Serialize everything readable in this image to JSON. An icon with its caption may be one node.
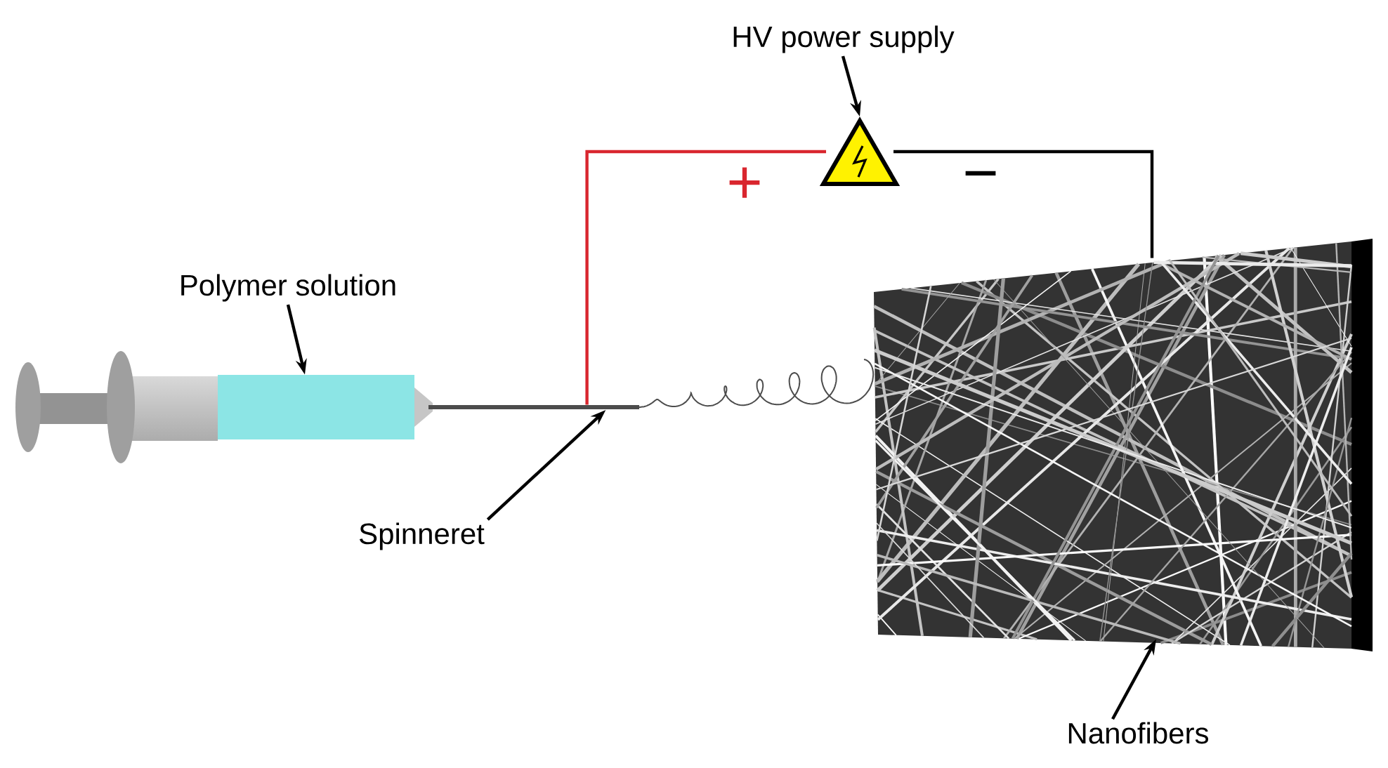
{
  "diagram": {
    "nodes": [
      {
        "text": [
          "HV power supply"
        ]
      },
      {
        "text": [],
        "shape": "triangle"
      },
      {
        "text": [
          "Polymer solution"
        ]
      },
      {
        "text": [],
        "shape": "box"
      },
      {
        "text": [
          "Spinneret"
        ]
      },
      {
        "text": [],
        "shape": "bar"
      },
      {
        "text": [],
        "shape": "picture"
      },
      {
        "text": [
          "Nanofibers"
        ]
      }
    ],
    "edges": [
      {
        "from": 0,
        "to": 1,
        "arrow": "to"
      },
      {
        "from": 2,
        "to": 3,
        "arrow": "to"
      },
      {
        "from": 4,
        "to": 5,
        "arrow": "to"
      },
      {
        "from": 7,
        "to": 6,
        "arrow": "to"
      },
      {
        "from": 1,
        "to": 5,
        "arrow": "none",
        "color": "#d9262e"
      },
      {
        "from": 1,
        "to": 6,
        "arrow": "none"
      }
    ],
    "labels": [
      "+",
      "−"
    ]
  }
}
